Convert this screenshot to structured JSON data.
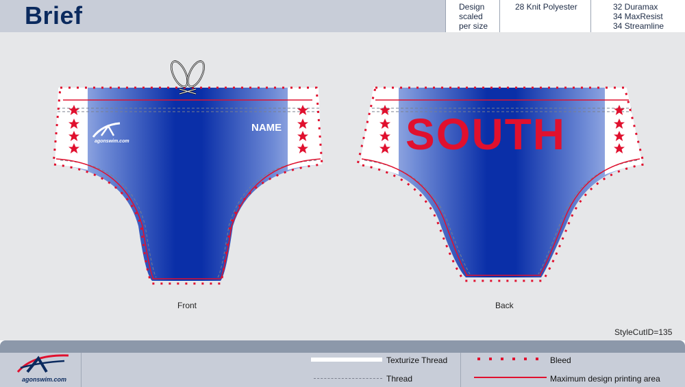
{
  "header": {
    "title": "Brief",
    "cells": [
      {
        "lines": [
          "Design",
          "scaled",
          "per size"
        ]
      },
      {
        "lines": [
          "28 Knit Polyester"
        ]
      },
      {
        "lines": [
          "32 Duramax",
          "34 MaxResist",
          "34 Streamline"
        ]
      }
    ]
  },
  "front": {
    "caption": "Front",
    "name_text": "NAME",
    "logo_text": "agonswim.com"
  },
  "back": {
    "caption": "Back",
    "main_text": "SOUTH"
  },
  "style_cut_id": "StyleCutID=135",
  "legend": {
    "texturize_thread": "Texturize Thread",
    "thread": "Thread",
    "bleed": "Bleed",
    "max_print_area": "Maximum design printing area"
  },
  "footer_logo_text": "agonswim.com",
  "colors": {
    "navy": "#0b2a5e",
    "royal_blue": "#0a2fa8",
    "light_blue": "#c9d4f2",
    "red": "#e0102e",
    "header_bg": "#c8cdd8"
  }
}
